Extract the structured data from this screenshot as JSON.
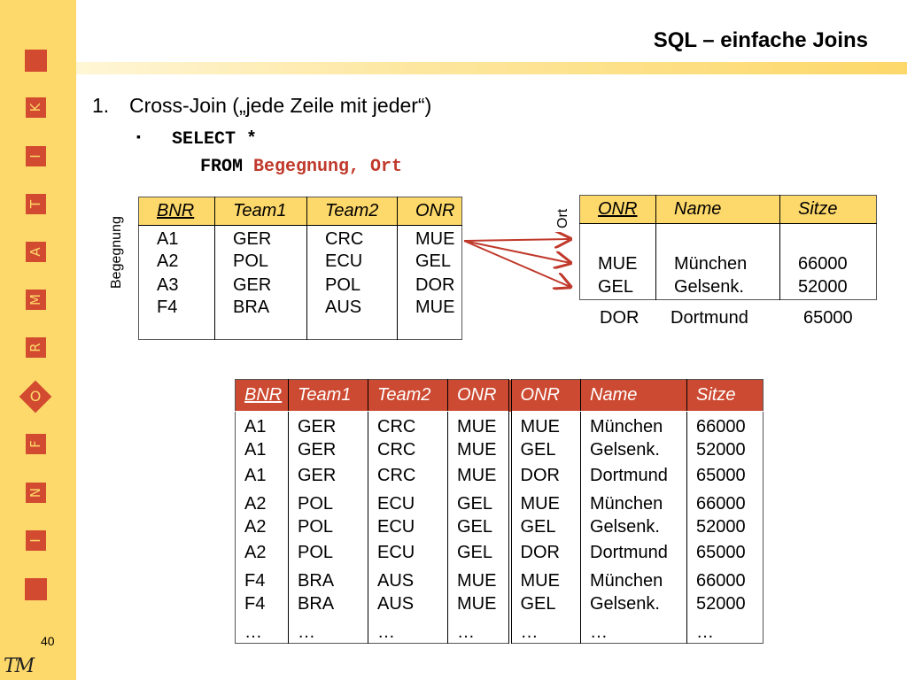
{
  "slide": {
    "title": "SQL – einfache Joins",
    "page_number": "40",
    "logo_text": "TM",
    "sidebar_letters": [
      "K",
      "I",
      "T",
      "A",
      "M",
      "R",
      "O",
      "F",
      "N",
      "I"
    ],
    "colors": {
      "sidebar": "#fdd86a",
      "accent": "#d24b30",
      "header_result": "#cc4a32"
    }
  },
  "content": {
    "item_number": "1.",
    "item_text": "Cross-Join („jede Zeile mit jeder“)",
    "bullet": "▪",
    "select_line": "SELECT *",
    "from_keyword": "FROM",
    "from_tables": "Begegnung, Ort"
  },
  "begegnung_table": {
    "label": "Begegnung",
    "headers": [
      "BNR",
      "Team1",
      "Team2",
      "ONR"
    ],
    "rows": [
      [
        "A1",
        "GER",
        "CRC",
        "MUE"
      ],
      [
        "A2",
        "POL",
        "ECU",
        "GEL"
      ],
      [
        "A3",
        "GER",
        "POL",
        "DOR"
      ],
      [
        "F4",
        "BRA",
        "AUS",
        "MUE"
      ]
    ]
  },
  "ort_table": {
    "label": "Ort",
    "headers": [
      "ONR",
      "Name",
      "Sitze"
    ],
    "rows": [
      [
        "MUE",
        "München",
        "66000"
      ],
      [
        "GEL",
        "Gelsenk.",
        "52000"
      ],
      [
        "DOR",
        "Dortmund",
        "65000"
      ]
    ]
  },
  "result_table": {
    "headers": [
      "BNR",
      "Team1",
      "Team2",
      "ONR",
      "ONR",
      "Name",
      "Sitze"
    ],
    "rows": [
      [
        "A1",
        "GER",
        "CRC",
        "MUE",
        "MUE",
        "München",
        "66000"
      ],
      [
        "A1",
        "GER",
        "CRC",
        "MUE",
        "GEL",
        "Gelsenk.",
        "52000"
      ],
      [
        "A1",
        "GER",
        "CRC",
        "MUE",
        "DOR",
        "Dortmund",
        "65000"
      ],
      [
        "A2",
        "POL",
        "ECU",
        "GEL",
        "MUE",
        "München",
        "66000"
      ],
      [
        "A2",
        "POL",
        "ECU",
        "GEL",
        "GEL",
        "Gelsenk.",
        "52000"
      ],
      [
        "A2",
        "POL",
        "ECU",
        "GEL",
        "DOR",
        "Dortmund",
        "65000"
      ],
      [
        "F4",
        "BRA",
        "AUS",
        "MUE",
        "MUE",
        "München",
        "66000"
      ],
      [
        "F4",
        "BRA",
        "AUS",
        "MUE",
        "GEL",
        "Gelsenk.",
        "52000"
      ],
      [
        "…",
        "…",
        "…",
        "…",
        "…",
        "…",
        "…"
      ]
    ]
  }
}
